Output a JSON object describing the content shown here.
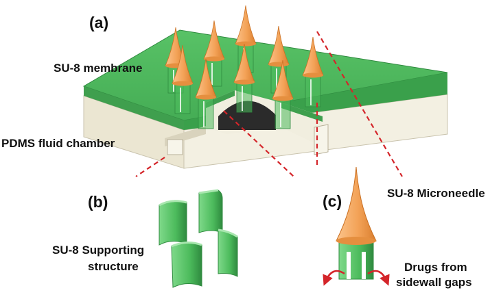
{
  "panels": {
    "a": "(a)",
    "b": "(b)",
    "c": "(c)"
  },
  "labels": {
    "membrane": "SU-8 membrane",
    "chamber": "PDMS fluid chamber",
    "supporting_line1": "SU-8 Supporting",
    "supporting_line2": "structure",
    "microneedle": "SU-8 Microneedle",
    "drugs_line1": "Drugs from",
    "drugs_line2": "sidewall gaps"
  },
  "colors": {
    "membrane_green": "#4cbb5c",
    "membrane_edge": "#2f8a3f",
    "pdms_body": "#ece8d6",
    "needle_orange": "#f3a257",
    "guide_line_red": "#d4252a",
    "arrow_red": "#d4252a"
  },
  "needle_count": 9,
  "supporting_segments": 4
}
